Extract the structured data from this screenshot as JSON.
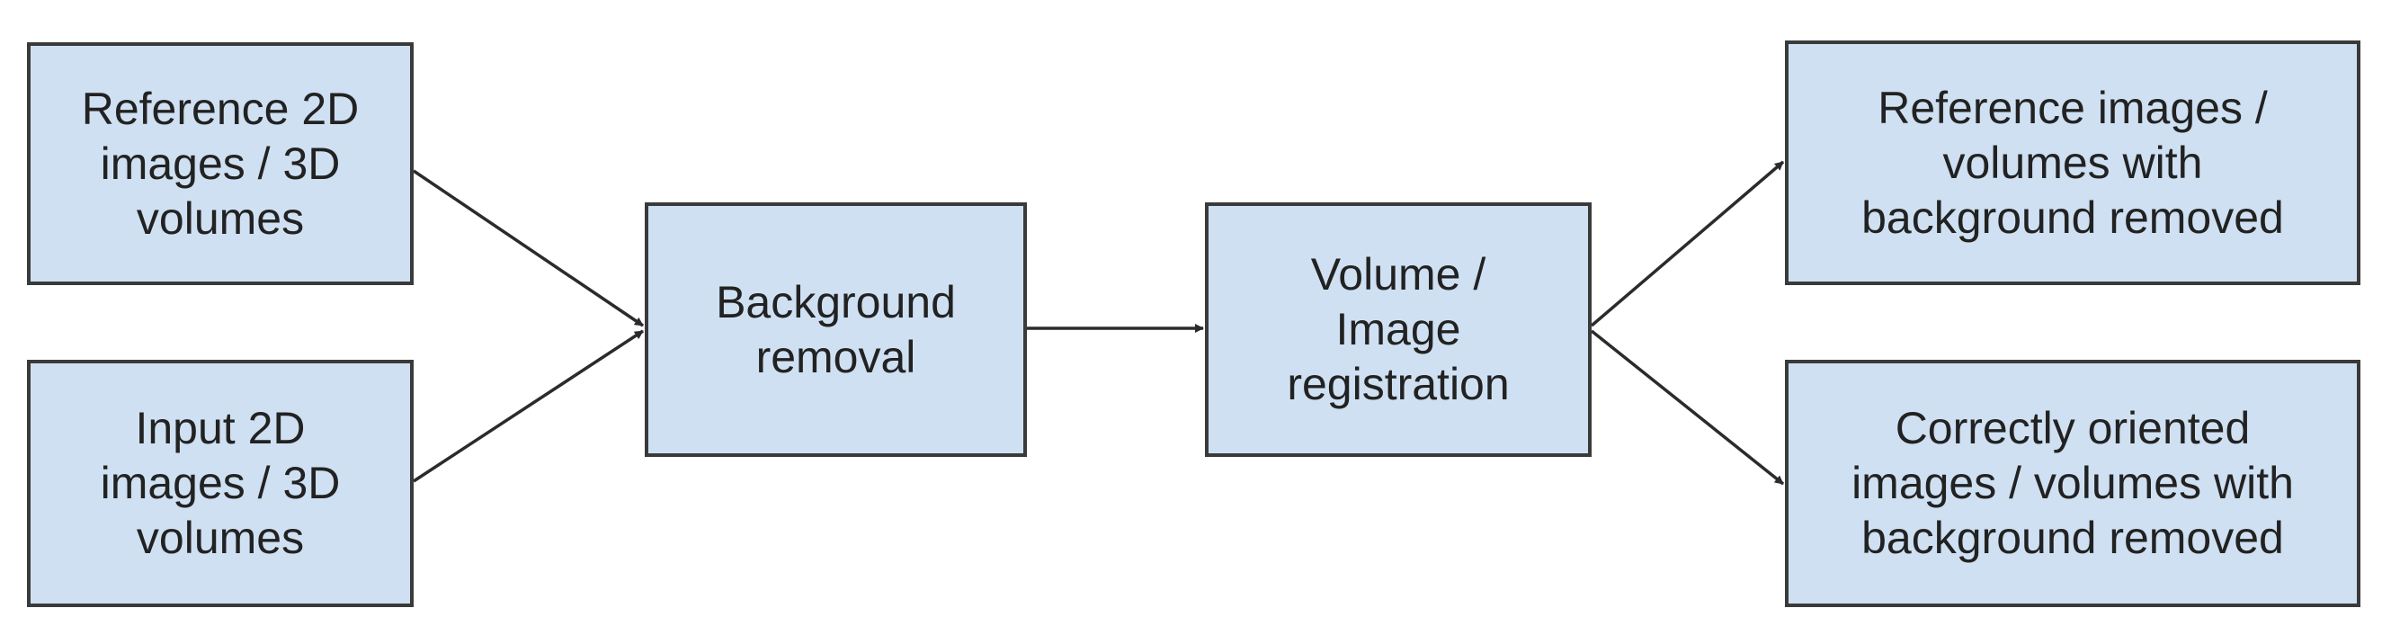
{
  "diagram": {
    "nodes": [
      {
        "id": "ref",
        "label": "Reference 2D\nimages / 3D\nvolumes"
      },
      {
        "id": "inp",
        "label": "Input 2D\nimages / 3D\nvolumes"
      },
      {
        "id": "bg",
        "label": "Background\nremoval"
      },
      {
        "id": "reg",
        "label": "Volume /\nImage\nregistration"
      },
      {
        "id": "out1",
        "label": "Reference images /\nvolumes with\nbackground removed"
      },
      {
        "id": "out2",
        "label": "Correctly oriented\nimages / volumes with\nbackground removed"
      }
    ],
    "edges": [
      {
        "from": "ref",
        "to": "bg"
      },
      {
        "from": "inp",
        "to": "bg"
      },
      {
        "from": "bg",
        "to": "reg"
      },
      {
        "from": "reg",
        "to": "out1"
      },
      {
        "from": "reg",
        "to": "out2"
      }
    ],
    "colors": {
      "node_fill": "#cfe0f2",
      "node_border": "#3a3a3a",
      "edge": "#2b2b2b",
      "text": "#222222"
    }
  }
}
